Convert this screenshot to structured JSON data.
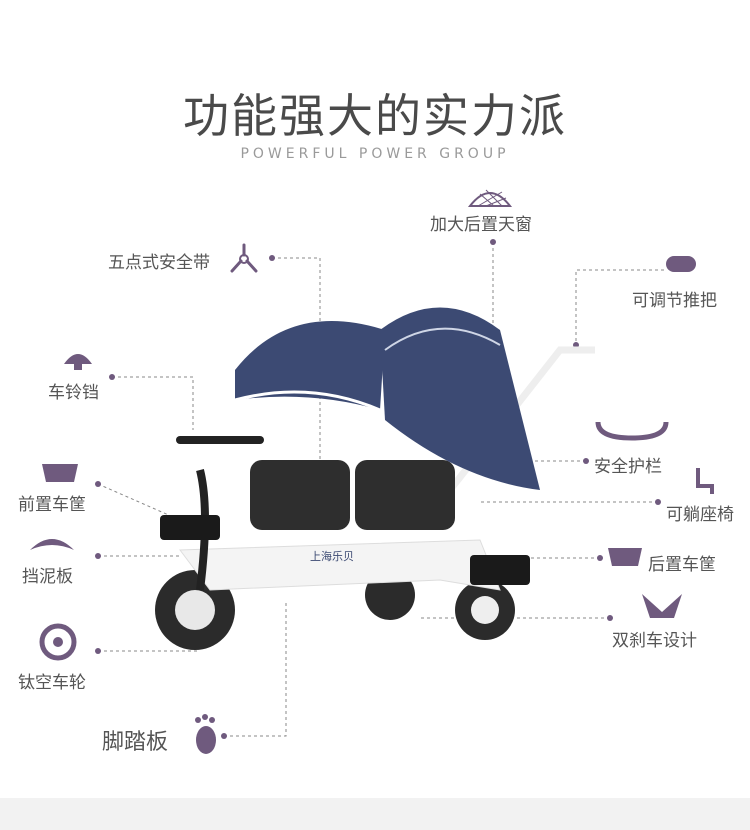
{
  "header": {
    "title": "功能强大的实力派",
    "subtitle": "POWERFUL POWER GROUP"
  },
  "features": {
    "rear_window": "加大后置天窗",
    "harness": "五点式安全带",
    "handle": "可调节推把",
    "bell": "车铃铛",
    "guard": "安全护栏",
    "front_basket": "前置车筐",
    "recline": "可躺座椅",
    "mudguard": "挡泥板",
    "rear_basket": "后置车筐",
    "brake": "双刹车设计",
    "wheel": "钛空车轮",
    "pedal": "脚踏板"
  },
  "product": {
    "brand": "上海乐贝"
  },
  "colors": {
    "accent": "#6f5a7e",
    "canopy": "#3c4a73",
    "frame": "#ffffff",
    "tire": "#2b2b2b"
  }
}
